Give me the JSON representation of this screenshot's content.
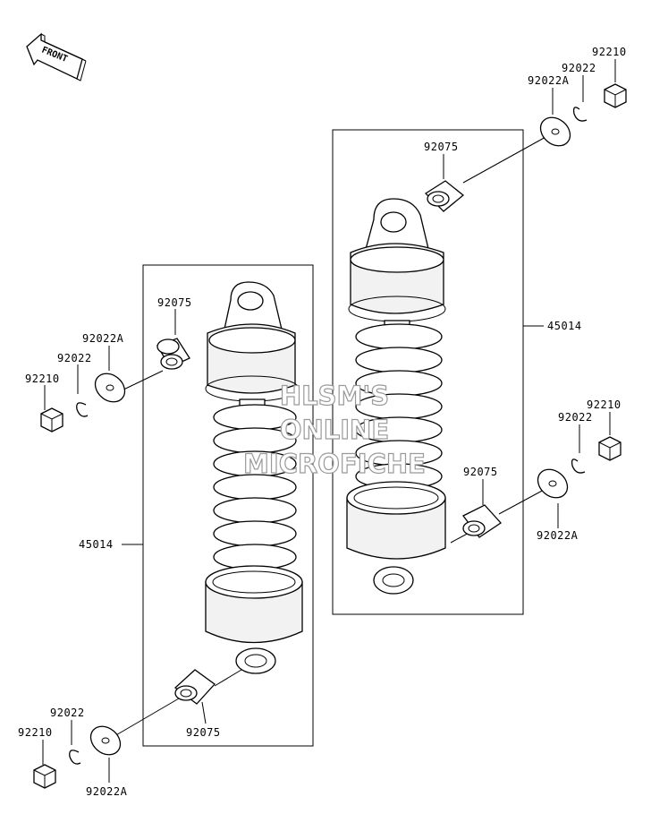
{
  "front_indicator": "FRONT",
  "watermark": {
    "line1": "HLSM'S",
    "line2": "ONLINE",
    "line3": "MICROFICHE"
  },
  "parts": {
    "shock_absorber": "45014",
    "collar": "92075",
    "washer_a": "92022A",
    "circlip": "92022",
    "nut": "92210"
  },
  "icons": [
    "front-arrow-icon",
    "shock-absorber-icon",
    "collar-icon",
    "washer-icon",
    "circlip-icon",
    "nut-icon"
  ]
}
